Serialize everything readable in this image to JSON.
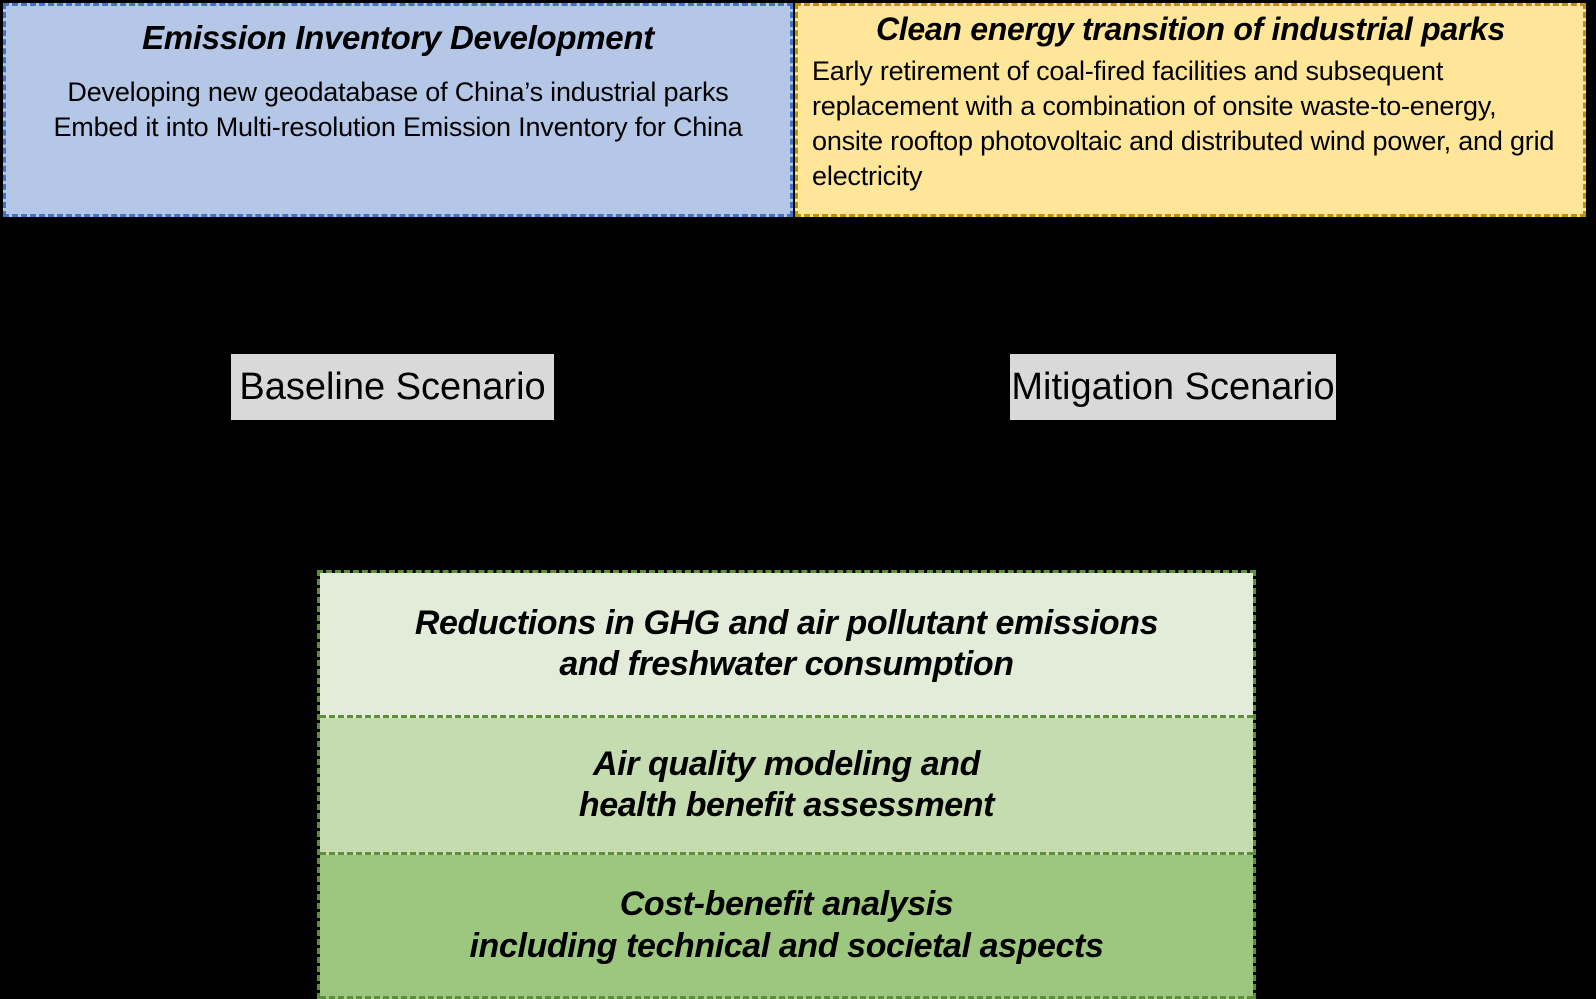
{
  "figure": {
    "background_color": "#000000",
    "boxes": {
      "inventory": {
        "title": "Emission Inventory Development",
        "line1": "Developing new geodatabase of China’s industrial parks",
        "line2": "Embed it into Multi-resolution Emission Inventory for China",
        "fill_color": "#b4c7e7",
        "border_color": "#4472c4"
      },
      "clean_energy": {
        "title": "Clean energy transition of industrial parks",
        "body": "Early retirement of coal-fired facilities and subsequent replacement with a combination of onsite waste-to-energy, onsite rooftop photovoltaic and distributed wind power, and grid electricity",
        "fill_color": "#ffe699",
        "border_color": "#bf9000"
      }
    },
    "scenarios": [
      {
        "label": "Baseline Scenario",
        "fill_color": "#d9d9d9"
      },
      {
        "label": "Mitigation Scenario",
        "fill_color": "#d9d9d9"
      }
    ],
    "outcomes": [
      {
        "line1": "Reductions in GHG and air pollutant emissions",
        "line2": "and freshwater consumption",
        "fill_color": "#e2ecd8"
      },
      {
        "line1": "Air quality modeling and",
        "line2": "health benefit assessment",
        "fill_color": "#c5dcb0"
      },
      {
        "line1": "Cost-benefit analysis",
        "line2": "including technical and societal aspects",
        "fill_color": "#9dc77f"
      }
    ],
    "outcome_border_color": "#5c8f38"
  }
}
